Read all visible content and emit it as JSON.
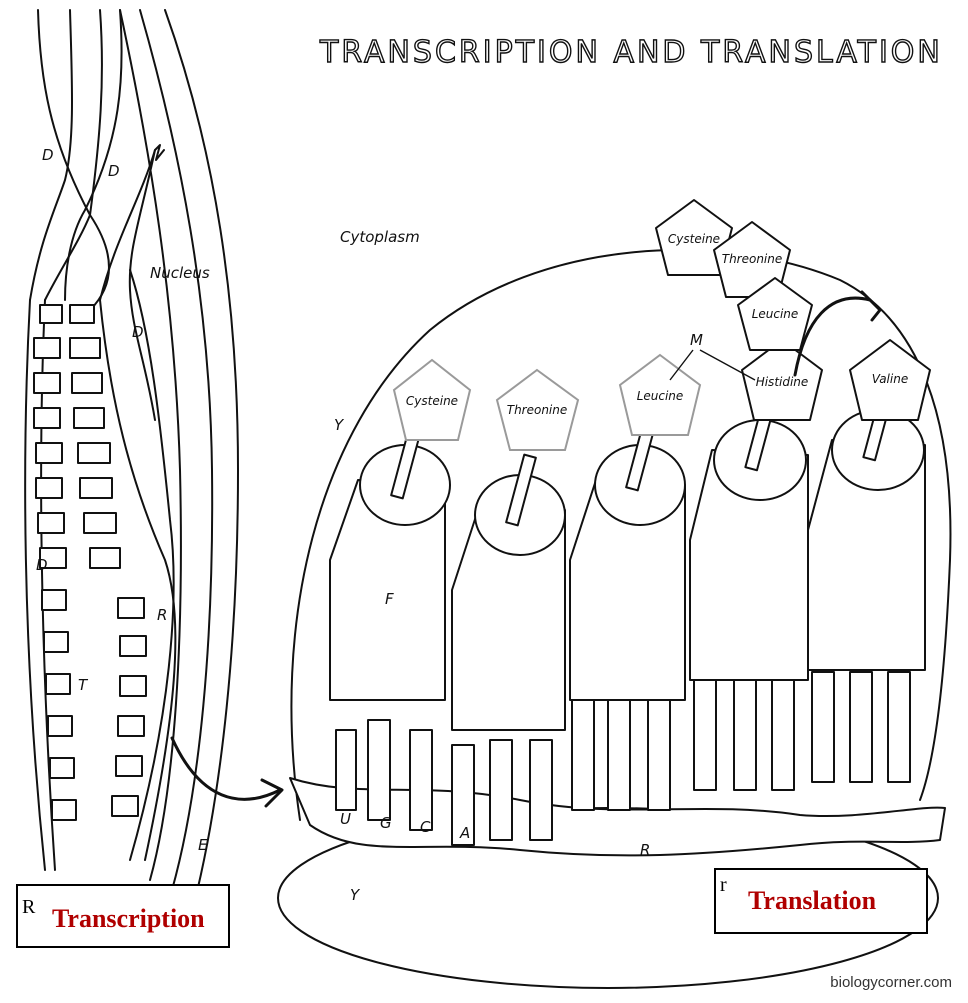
{
  "title": "TRANSCRIPTION AND TRANSLATION",
  "labels": {
    "cytoplasm": "Cytoplasm",
    "nucleus": "Nucleus",
    "d": "D",
    "r": "R",
    "t": "T",
    "e": "E",
    "y": "Y",
    "f": "F",
    "m": "M"
  },
  "amino_acids": {
    "chain": [
      "Cysteine",
      "Threonine",
      "Leucine",
      "Histidine"
    ],
    "trna": [
      "Cysteine",
      "Threonine",
      "Leucine",
      "Histidine",
      "Valine"
    ]
  },
  "codon_bases": [
    "U",
    "G",
    "C",
    "A"
  ],
  "boxes": {
    "transcription": {
      "letter": "R",
      "label": "Transcription"
    },
    "translation": {
      "letter": "r",
      "label": "Translation"
    }
  },
  "credit": "biologycorner.com"
}
